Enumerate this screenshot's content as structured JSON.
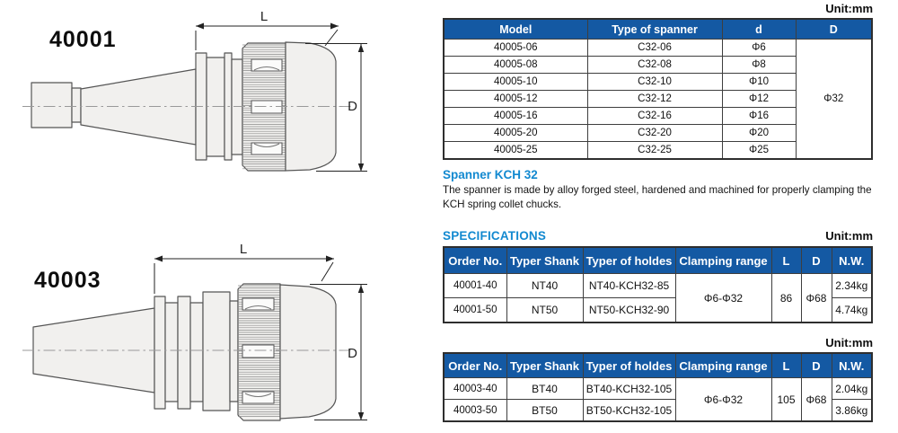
{
  "colors": {
    "table_header_blue": "#1459a3",
    "row_light_blue": "#a3d0ec",
    "accent_heading_blue": "#1289d0",
    "text_black": "#111111",
    "drawing_fill": "#f1f0ee"
  },
  "drawings": [
    {
      "label": "40001",
      "dim_length_label": "L",
      "dim_diameter_label": "D"
    },
    {
      "label": "40003",
      "dim_length_label": "L",
      "dim_diameter_label": "D"
    }
  ],
  "spanner_table": {
    "unit_label": "Unit:mm",
    "columns": [
      "Model",
      "Type of spanner",
      "d",
      "D"
    ],
    "rows": [
      {
        "model": "40005-06",
        "spanner": "C32-06",
        "d": "Φ6"
      },
      {
        "model": "40005-08",
        "spanner": "C32-08",
        "d": "Φ8"
      },
      {
        "model": "40005-10",
        "spanner": "C32-10",
        "d": "Φ10"
      },
      {
        "model": "40005-12",
        "spanner": "C32-12",
        "d": "Φ12"
      },
      {
        "model": "40005-16",
        "spanner": "C32-16",
        "d": "Φ16"
      },
      {
        "model": "40005-20",
        "spanner": "C32-20",
        "d": "Φ20"
      },
      {
        "model": "40005-25",
        "spanner": "C32-25",
        "d": "Φ25"
      }
    ],
    "shared_diameter": "Φ32"
  },
  "spanner_note": {
    "title": "Spanner KCH 32",
    "body": "The spanner is made by alloy forged steel, hardened and machined for properly clamping the KCH spring collet chucks."
  },
  "specifications": {
    "title": "SPECIFICATIONS",
    "unit_label": "Unit:mm",
    "columns": [
      "Order No.",
      "Typer Shank",
      "Typer of holdes",
      "Clamping range",
      "L",
      "D",
      "N.W."
    ],
    "tables": [
      {
        "id": "40001",
        "rows": [
          {
            "order_no": "40001-40",
            "shank": "NT40",
            "holder": "NT40-KCH32-85",
            "nw": "2.34kg"
          },
          {
            "order_no": "40001-50",
            "shank": "NT50",
            "holder": "NT50-KCH32-90",
            "nw": "4.74kg"
          }
        ],
        "merged": {
          "clamping_range": "Φ6-Φ32",
          "length": "86",
          "diameter": "Φ68"
        }
      },
      {
        "id": "40003",
        "unit_label": "Unit:mm",
        "rows": [
          {
            "order_no": "40003-40",
            "shank": "BT40",
            "holder": "BT40-KCH32-105",
            "nw": "2.04kg"
          },
          {
            "order_no": "40003-50",
            "shank": "BT50",
            "holder": "BT50-KCH32-105",
            "nw": "3.86kg"
          }
        ],
        "merged": {
          "clamping_range": "Φ6-Φ32",
          "length": "105",
          "diameter": "Φ68"
        }
      }
    ]
  }
}
